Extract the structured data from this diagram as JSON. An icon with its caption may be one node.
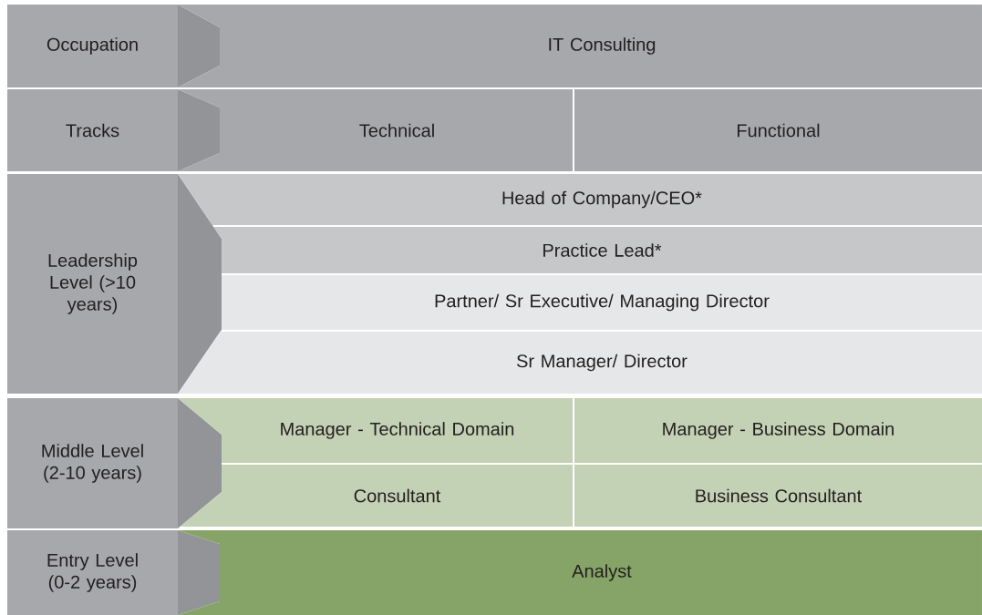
{
  "diagram": {
    "nodes": [
      {
        "text": [
          "Occupation"
        ]
      },
      {
        "text": [
          "IT Consulting"
        ]
      },
      {
        "text": [
          "Tracks"
        ]
      },
      {
        "text": [
          "Technical"
        ]
      },
      {
        "text": [
          "Functional"
        ]
      },
      {
        "text": [
          "Leadership Level (>10 years)"
        ]
      },
      {
        "text": [
          "Head of Company/CEO*"
        ]
      },
      {
        "text": [
          "Practice Lead*"
        ]
      },
      {
        "text": [
          "Partner/ Sr Executive/ Managing Director"
        ]
      },
      {
        "text": [
          "Sr Manager/ Director"
        ]
      },
      {
        "text": [
          "Middle Level (2-10 years)"
        ]
      },
      {
        "text": [
          "Manager - Technical Domain"
        ]
      },
      {
        "text": [
          "Manager - Business Domain"
        ]
      },
      {
        "text": [
          "Consultant"
        ]
      },
      {
        "text": [
          "Business Consultant"
        ]
      },
      {
        "text": [
          "Entry Level (0-2 years)"
        ]
      },
      {
        "text": [
          "Analyst"
        ]
      }
    ]
  }
}
